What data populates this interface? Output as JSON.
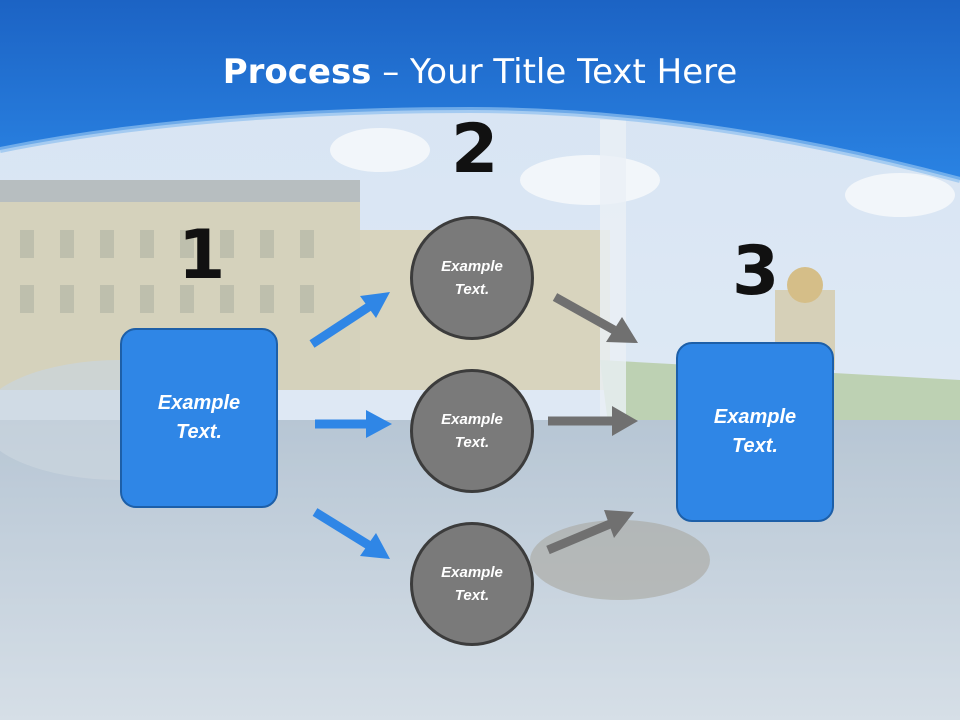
{
  "slide": {
    "title_bold": "Process",
    "title_rest": " – Your Title Text Here"
  },
  "steps": {
    "one": {
      "number": "1",
      "text": "Example\nText."
    },
    "two": {
      "number": "2",
      "items": [
        "Example\nText.",
        "Example\nText.",
        "Example\nText."
      ]
    },
    "three": {
      "number": "3",
      "text": "Example\nText."
    }
  },
  "colors": {
    "header_blue": "#1f6fd1",
    "box_blue": "#2f86e6",
    "circle_gray": "#7a7a7a",
    "arrow_blue": "#2f86e6",
    "arrow_gray": "#707070"
  }
}
